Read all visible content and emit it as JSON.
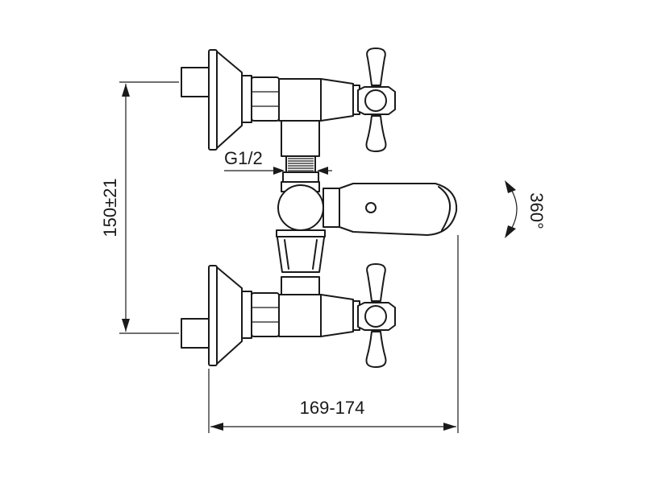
{
  "dimensions": {
    "height_range": "150±21",
    "width_range": "169-174",
    "thread": "G1/2",
    "rotation": "360°"
  }
}
